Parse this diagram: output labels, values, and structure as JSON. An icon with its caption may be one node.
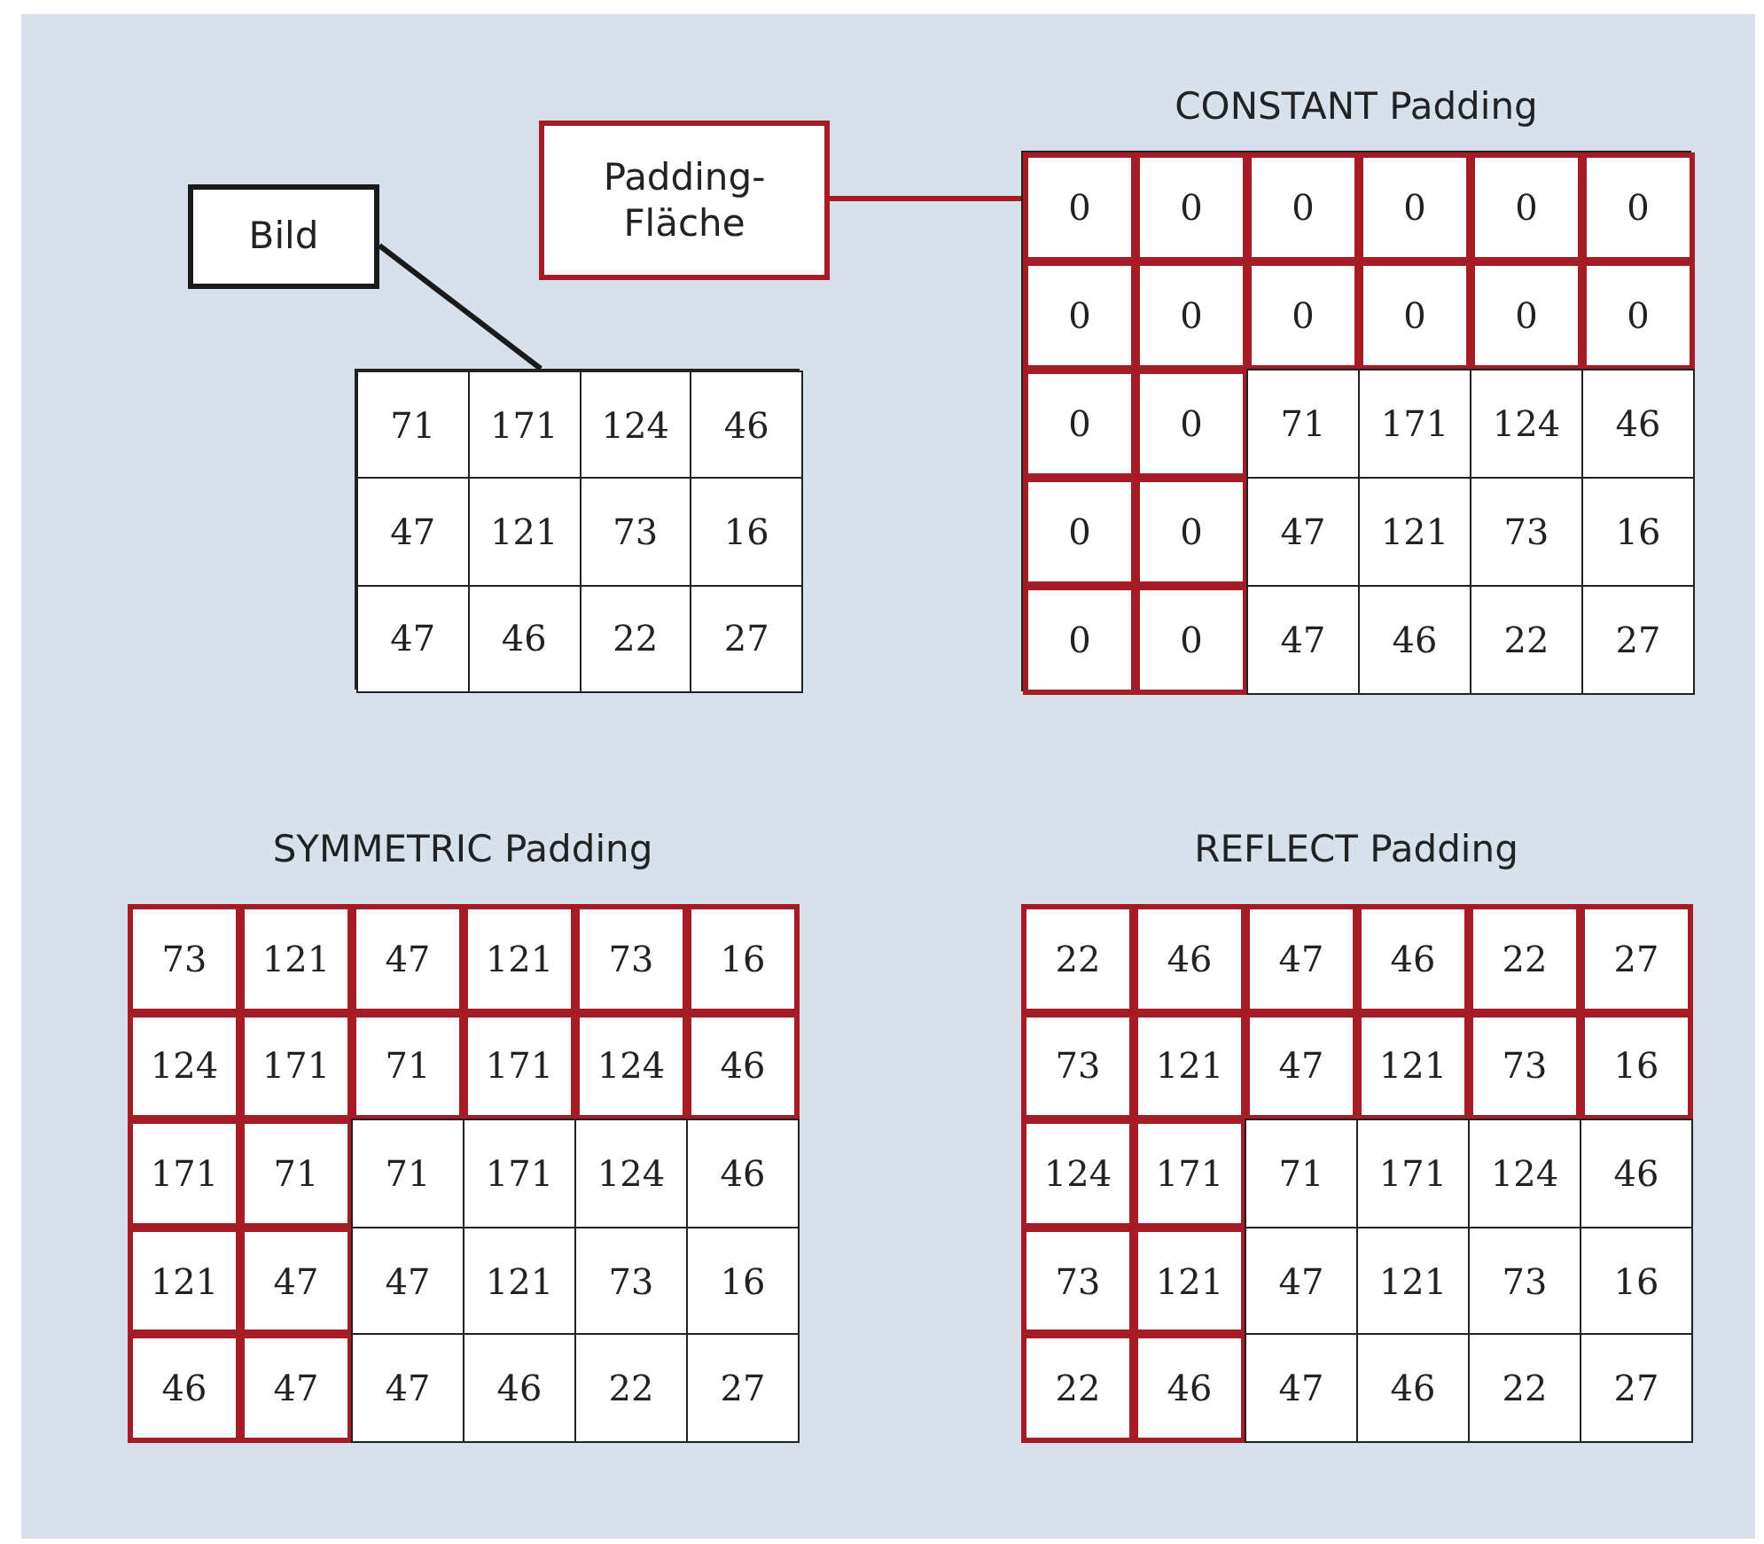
{
  "diagram": {
    "nodes": [
      {
        "text": [
          "Bild"
        ]
      },
      {
        "text": [
          "Padding-Fläche"
        ]
      },
      {
        "text": [],
        "shape": "box"
      },
      {
        "text": [],
        "shape": "box"
      }
    ],
    "edges": [
      {
        "from": 0,
        "to": 2,
        "arrow": "none"
      },
      {
        "from": 1,
        "to": 3,
        "arrow": "none",
        "color": "#a61c24"
      }
    ],
    "labels": [
      "CONSTANT Padding",
      "0",
      "0",
      "0",
      "0",
      "0",
      "0",
      "0",
      "0",
      "0",
      "0",
      "0",
      "0",
      "0",
      "0",
      "71",
      "171",
      "124",
      "46",
      "0",
      "0",
      "47",
      "121",
      "73",
      "16",
      "0",
      "0",
      "47",
      "46",
      "22",
      "27",
      "71",
      "171",
      "124",
      "46",
      "47",
      "121",
      "73",
      "16",
      "47",
      "46",
      "22",
      "27",
      "SYMMETRIC Padding",
      "73",
      "121",
      "47",
      "121",
      "73",
      "16",
      "124",
      "171",
      "71",
      "171",
      "124",
      "46",
      "171",
      "71",
      "71",
      "171",
      "124",
      "46",
      "121",
      "47",
      "47",
      "121",
      "73",
      "16",
      "46",
      "47",
      "47",
      "46",
      "22",
      "27",
      "REFLECT Padding",
      "22",
      "46",
      "47",
      "46",
      "22",
      "27",
      "73",
      "121",
      "47",
      "121",
      "73",
      "16",
      "124",
      "171",
      "71",
      "171",
      "124",
      "46",
      "73",
      "121",
      "47",
      "121",
      "73",
      "16",
      "22",
      "46",
      "47",
      "46",
      "22",
      "27"
    ]
  }
}
